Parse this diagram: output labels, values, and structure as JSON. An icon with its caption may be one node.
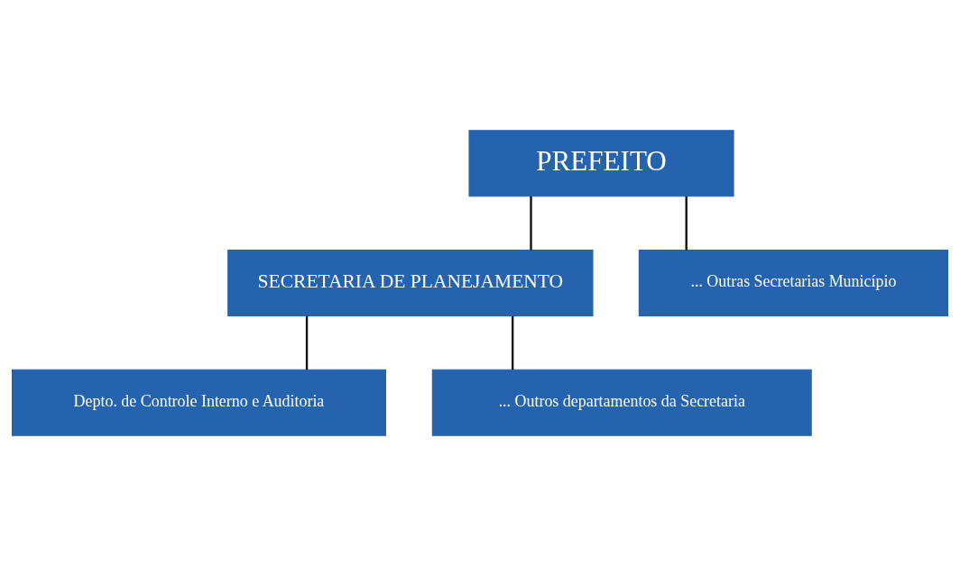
{
  "diagram": {
    "nodes": [
      {
        "text": [
          "PREFEITO"
        ]
      },
      {
        "text": [
          "SECRETARIA DE PLANEJAMENTO"
        ]
      },
      {
        "text": [
          "... Outras Secretarias Município"
        ]
      },
      {
        "text": [
          "Depto. de Controle Interno e Auditoria"
        ]
      },
      {
        "text": [
          "... Outros departamentos da Secretaria"
        ]
      }
    ],
    "edges": [
      {
        "from": 0,
        "to": 1,
        "arrow": "none"
      },
      {
        "from": 0,
        "to": 2,
        "arrow": "none"
      },
      {
        "from": 1,
        "to": 3,
        "arrow": "none"
      },
      {
        "from": 1,
        "to": 4,
        "arrow": "none"
      }
    ]
  }
}
